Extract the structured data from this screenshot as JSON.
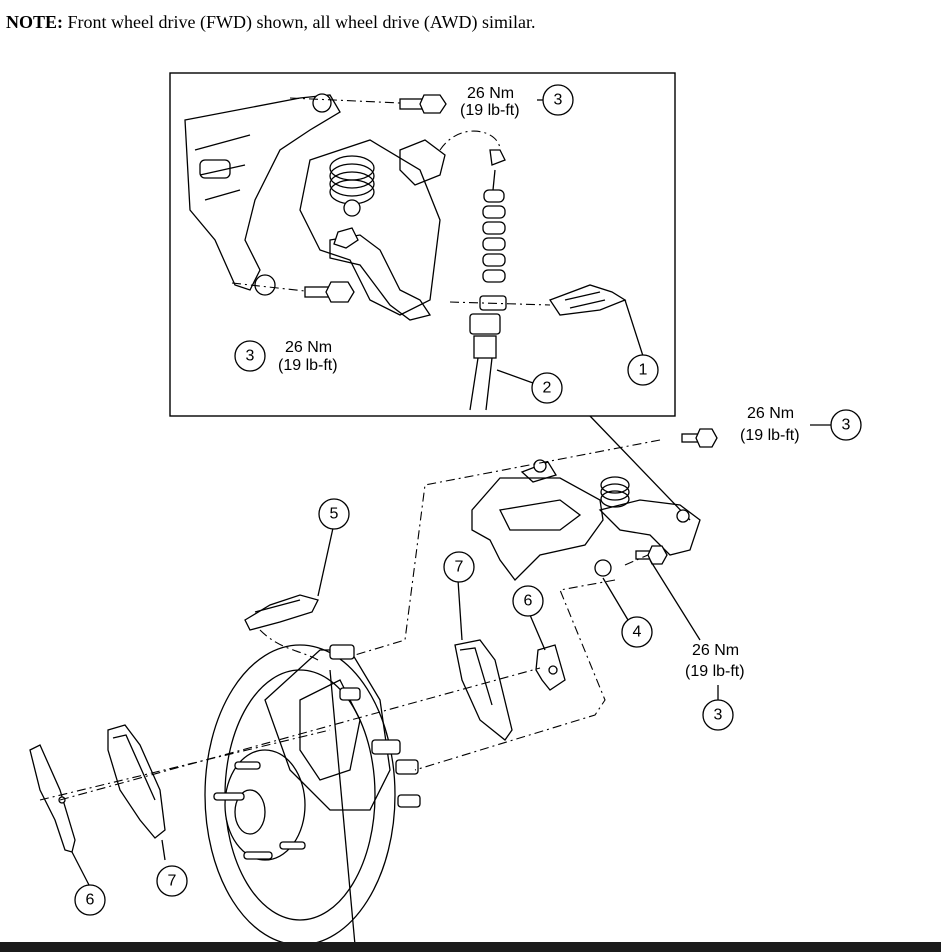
{
  "note": {
    "prefix": "NOTE:",
    "text": " Front wheel drive (FWD) shown, all wheel drive (AWD) similar."
  },
  "torque": {
    "nm": "26 Nm",
    "lbft": "(19 lb-ft)"
  },
  "callouts": [
    "1",
    "2",
    "3",
    "4",
    "5",
    "6",
    "7"
  ]
}
